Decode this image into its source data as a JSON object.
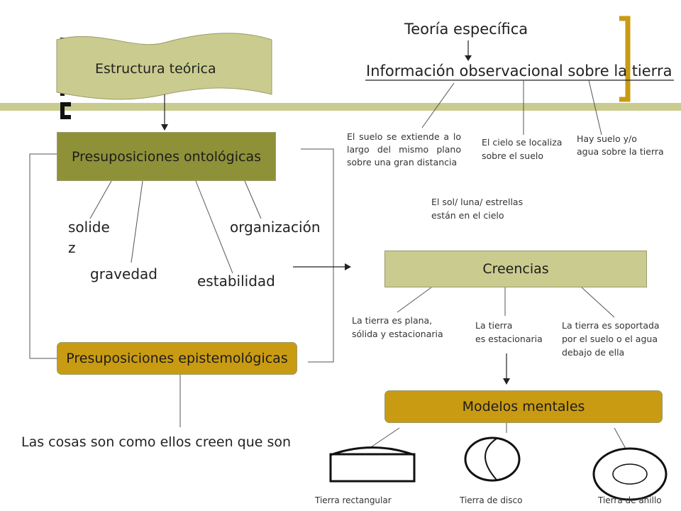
{
  "header": {
    "teoria": "Teoría específica",
    "informacion": "Información observacional sobre la tierra"
  },
  "scroll": {
    "title": "Estructura teórica"
  },
  "boxes": {
    "ontologicas": "Presuposiciones ontológicas",
    "epistemologicas": "Presuposiciones epistemológicas",
    "creencias": "Creencias",
    "modelos": "Modelos mentales"
  },
  "ontological_items": {
    "solidez_1": "solide",
    "solidez_2": "z",
    "gravedad": "gravedad",
    "estabilidad": "estabilidad",
    "organizacion": "organización"
  },
  "conclusion": "Las cosas son como ellos creen que son",
  "observations": {
    "suelo": "El suelo se extiende a lo largo del mismo plano sobre una gran distancia",
    "cielo_1": "El cielo se localiza",
    "cielo_2": "sobre el suelo",
    "hay_suelo_1": "Hay suelo y/o",
    "hay_suelo_2": "agua sobre la tierra",
    "sol_1": "El sol/ luna/ estrellas",
    "sol_2": "están en el cielo"
  },
  "beliefs": {
    "plana_1": "La tierra es plana,",
    "plana_2": "sólida y estacionaria",
    "estacionaria_1": "La tierra",
    "estacionaria_2": "es estacionaria",
    "soportada_1": "La tierra es soportada",
    "soportada_2": "por el suelo o el agua",
    "soportada_3": "debajo de ella"
  },
  "models": {
    "rectangular": "Tierra rectangular",
    "disco": "Tierra de disco",
    "anillo": "Tierra de anillo"
  },
  "colors": {
    "band": "#c9cc8e",
    "olive": "#8f9138",
    "gold": "#c99b12",
    "khaki": "#c9cc8e"
  }
}
